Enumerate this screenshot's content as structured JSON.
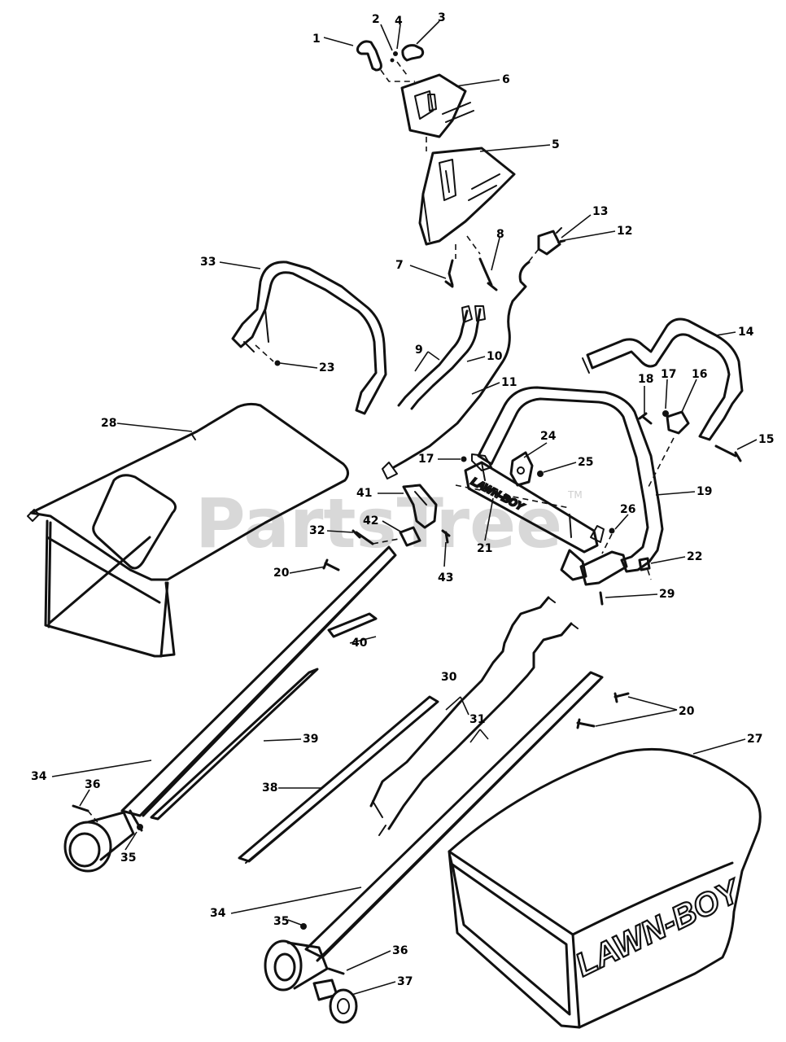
{
  "diagram": {
    "watermark": {
      "text": "PartsTree",
      "tm": "TM"
    },
    "brand_mark": "LAWN-BOY",
    "brand_mark_small": "LAWN-BOY",
    "callouts": [
      {
        "id": "c1",
        "label": "1"
      },
      {
        "id": "c2",
        "label": "2"
      },
      {
        "id": "c3",
        "label": "3"
      },
      {
        "id": "c4",
        "label": "4"
      },
      {
        "id": "c5",
        "label": "5"
      },
      {
        "id": "c6",
        "label": "6"
      },
      {
        "id": "c7",
        "label": "7"
      },
      {
        "id": "c8",
        "label": "8"
      },
      {
        "id": "c9",
        "label": "9"
      },
      {
        "id": "c10",
        "label": "10"
      },
      {
        "id": "c11",
        "label": "11"
      },
      {
        "id": "c12",
        "label": "12"
      },
      {
        "id": "c13",
        "label": "13"
      },
      {
        "id": "c14",
        "label": "14"
      },
      {
        "id": "c15",
        "label": "15"
      },
      {
        "id": "c16",
        "label": "16"
      },
      {
        "id": "c17a",
        "label": "17"
      },
      {
        "id": "c17b",
        "label": "17"
      },
      {
        "id": "c18",
        "label": "18"
      },
      {
        "id": "c19",
        "label": "19"
      },
      {
        "id": "c20a",
        "label": "20"
      },
      {
        "id": "c20b",
        "label": "20"
      },
      {
        "id": "c21",
        "label": "21"
      },
      {
        "id": "c22",
        "label": "22"
      },
      {
        "id": "c23",
        "label": "23"
      },
      {
        "id": "c24",
        "label": "24"
      },
      {
        "id": "c25",
        "label": "25"
      },
      {
        "id": "c26",
        "label": "26"
      },
      {
        "id": "c27",
        "label": "27"
      },
      {
        "id": "c28",
        "label": "28"
      },
      {
        "id": "c29",
        "label": "29"
      },
      {
        "id": "c30",
        "label": "30"
      },
      {
        "id": "c31",
        "label": "31"
      },
      {
        "id": "c32",
        "label": "32"
      },
      {
        "id": "c33",
        "label": "33"
      },
      {
        "id": "c34a",
        "label": "34"
      },
      {
        "id": "c34b",
        "label": "34"
      },
      {
        "id": "c35a",
        "label": "35"
      },
      {
        "id": "c35b",
        "label": "35"
      },
      {
        "id": "c36a",
        "label": "36"
      },
      {
        "id": "c36b",
        "label": "36"
      },
      {
        "id": "c37",
        "label": "37"
      },
      {
        "id": "c38",
        "label": "38"
      },
      {
        "id": "c39",
        "label": "39"
      },
      {
        "id": "c40",
        "label": "40"
      },
      {
        "id": "c41",
        "label": "41"
      },
      {
        "id": "c42",
        "label": "42"
      },
      {
        "id": "c43",
        "label": "43"
      }
    ]
  }
}
